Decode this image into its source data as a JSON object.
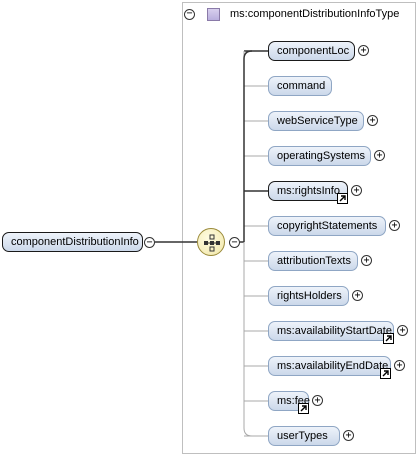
{
  "root": {
    "label": "componentDistributionInfo",
    "toggle": "−"
  },
  "type": {
    "label": "ms:componentDistributionInfoType",
    "toggle": "−",
    "icon": "complex-type-icon"
  },
  "sequence": {
    "toggle": "−",
    "icon": "sequence-compositor-icon"
  },
  "children": [
    {
      "label": "componentLoc",
      "toggle": "+",
      "mandatory": true,
      "ref": false
    },
    {
      "label": "command",
      "toggle": "",
      "mandatory": false,
      "ref": false
    },
    {
      "label": "webServiceType",
      "toggle": "+",
      "mandatory": false,
      "ref": false
    },
    {
      "label": "operatingSystems",
      "toggle": "+",
      "mandatory": false,
      "ref": false
    },
    {
      "label": "ms:rightsInfo",
      "toggle": "+",
      "mandatory": true,
      "ref": true
    },
    {
      "label": "copyrightStatements",
      "toggle": "+",
      "mandatory": false,
      "ref": false
    },
    {
      "label": "attributionTexts",
      "toggle": "+",
      "mandatory": false,
      "ref": false
    },
    {
      "label": "rightsHolders",
      "toggle": "+",
      "mandatory": false,
      "ref": false
    },
    {
      "label": "ms:availabilityStartDate",
      "toggle": "+",
      "mandatory": false,
      "ref": true
    },
    {
      "label": "ms:availabilityEndDate",
      "toggle": "+",
      "mandatory": false,
      "ref": true
    },
    {
      "label": "ms:fee",
      "toggle": "+",
      "mandatory": false,
      "ref": true
    },
    {
      "label": "userTypes",
      "toggle": "+",
      "mandatory": false,
      "ref": false
    }
  ]
}
